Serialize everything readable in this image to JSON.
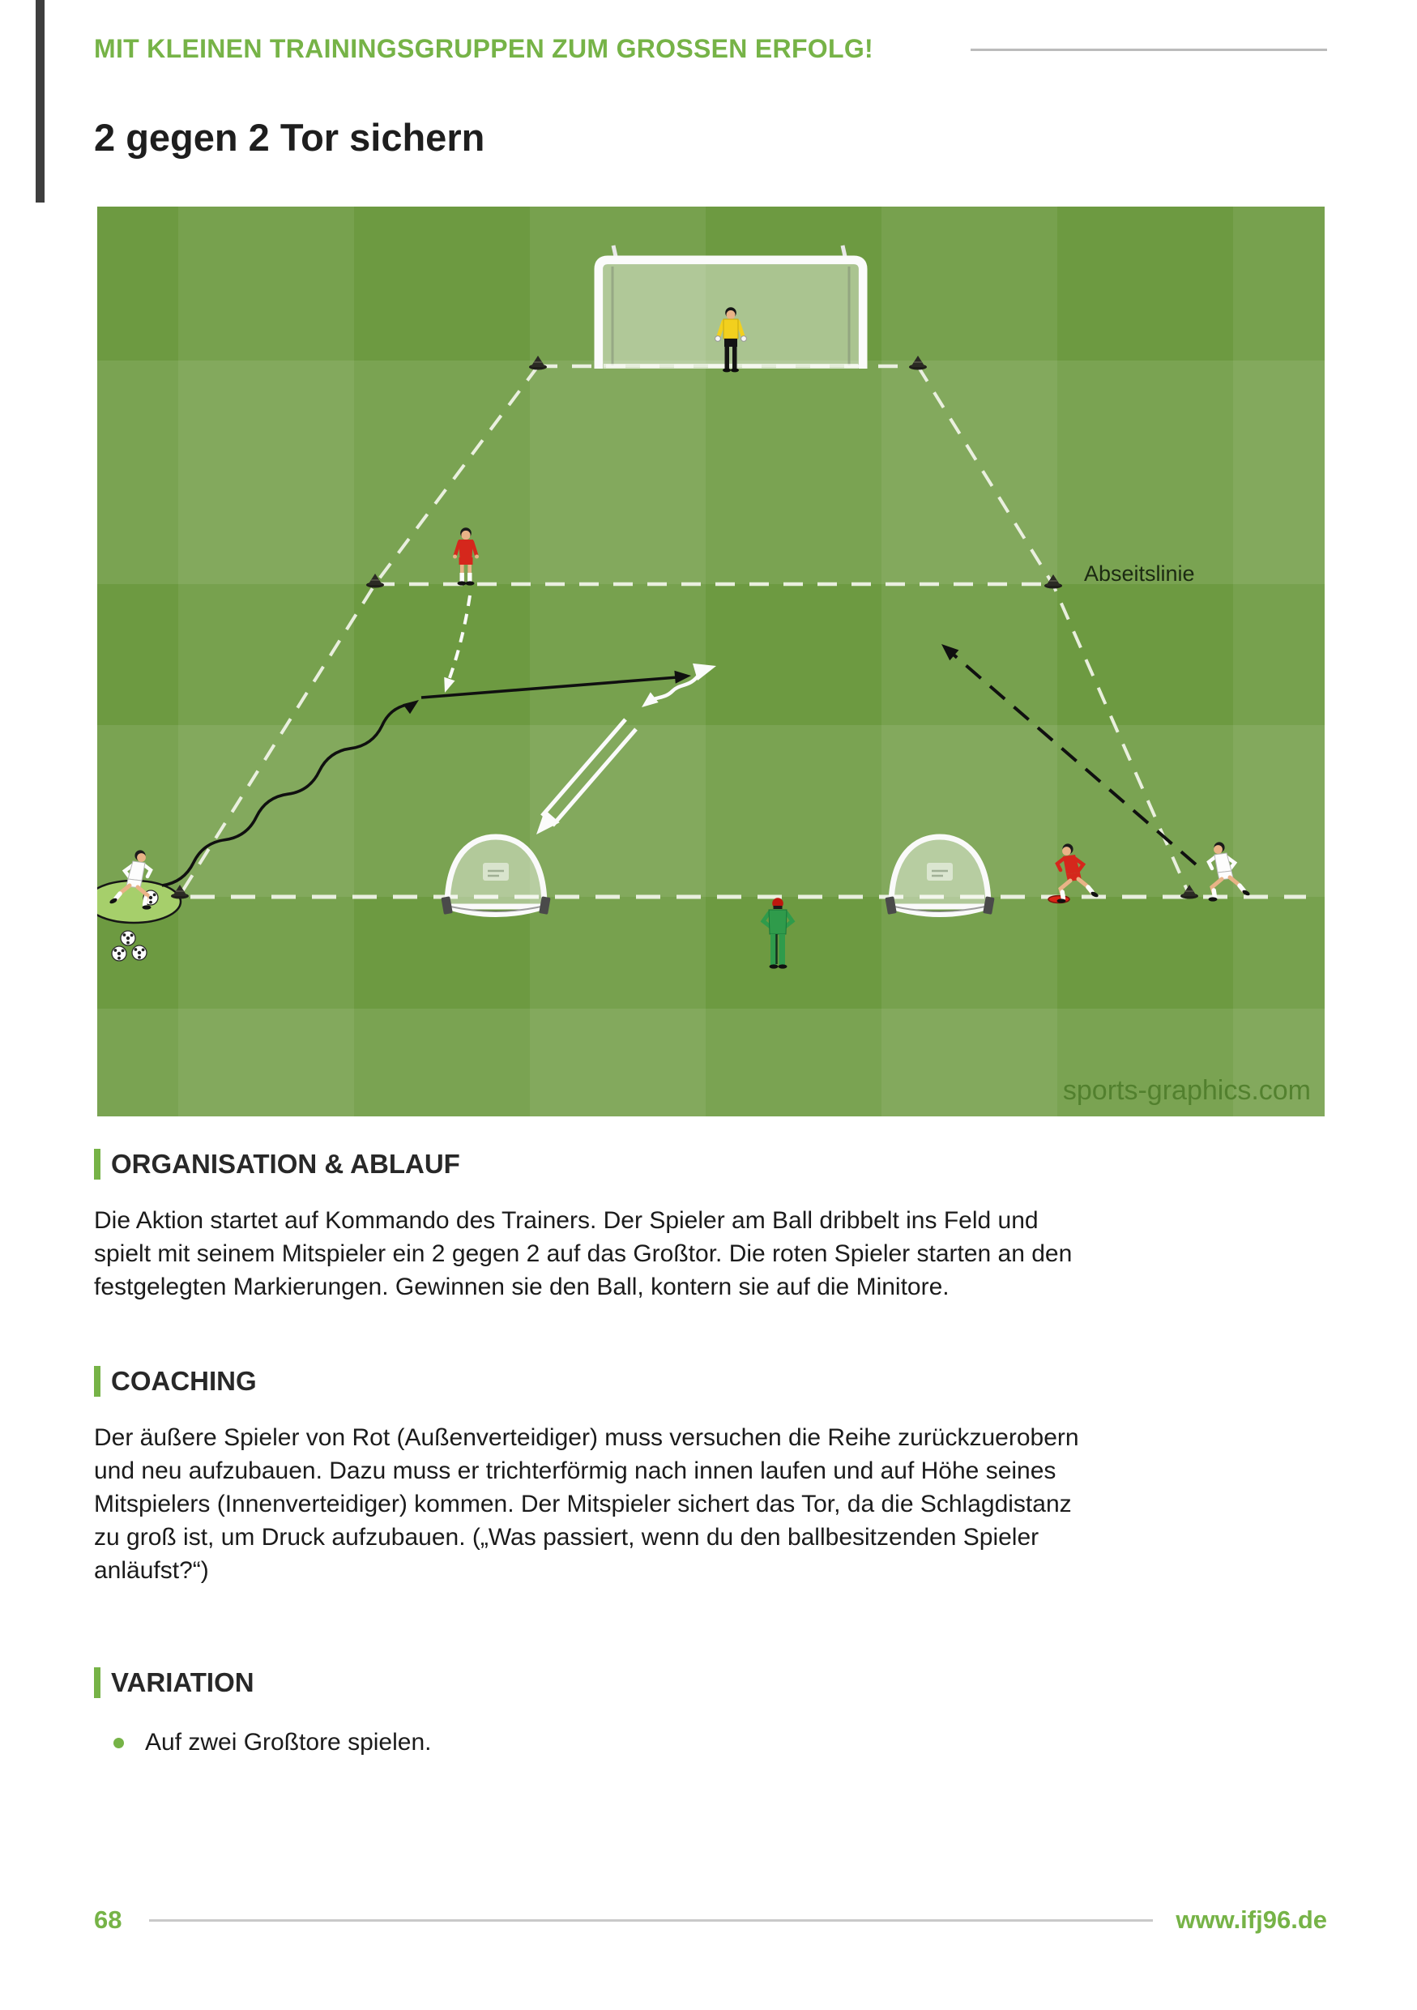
{
  "page": {
    "header_title": "MIT KLEINEN TRAININGSGRUPPEN ZUM GROSSEN ERFOLG!",
    "exercise_title": "2 gegen 2 Tor sichern",
    "accent_color": "#76b347",
    "footer": {
      "page_number": "68",
      "website": "www.ifj96.de"
    }
  },
  "diagram": {
    "offside_label": "Abseitslinie",
    "watermark": "sports-graphics.com",
    "colors": {
      "pitch_dark": "#6d9a41",
      "pitch_light": "#86b25a",
      "line_white": "#f2f5ea",
      "team_red": "#d5271c",
      "team_white": "#fdfdfd",
      "keeper_yellow": "#f2d01e",
      "trainer_green": "#2f9b4b"
    }
  },
  "sections": {
    "organisation": {
      "heading": "ORGANISATION & ABLAUF",
      "body_lines": [
        "Die Aktion startet auf Kommando des Trainers. Der Spieler am Ball dribbelt ins Feld und",
        "spielt mit seinem Mitspieler ein 2 gegen 2 auf das Großtor. Die roten Spieler starten an den",
        "festgelegten Markierungen. Gewinnen sie den Ball, kontern sie auf die Minitore."
      ]
    },
    "coaching": {
      "heading": "COACHING",
      "body_lines": [
        "Der äußere Spieler von Rot (Außenverteidiger) muss versuchen die Reihe zurückzuerobern",
        "und neu aufzubauen. Dazu muss er trichterförmig nach innen laufen und auf Höhe seines",
        "Mitspielers (Innenverteidiger) kommen. Der Mitspieler sichert das Tor, da die Schlagdistanz",
        "zu groß ist, um Druck aufzubauen. („Was passiert, wenn du den ballbesitzenden Spieler",
        "anläufst?“)"
      ]
    },
    "variation": {
      "heading": "VARIATION",
      "bullet": "Auf zwei Großtore spielen."
    }
  }
}
